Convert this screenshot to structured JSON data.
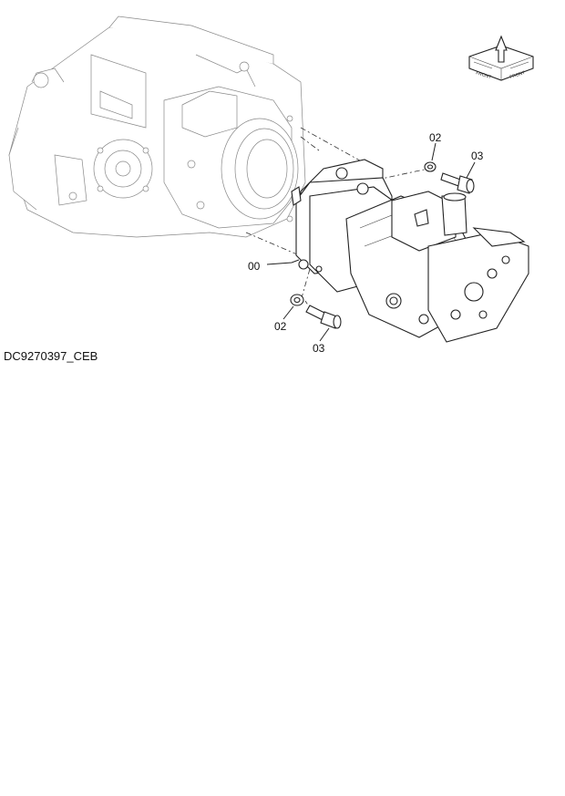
{
  "labels": {
    "l00": "00",
    "l02a": "02",
    "l03a": "03",
    "l02b": "02",
    "l03b": "03"
  },
  "drawing_code": "DC9270397_CEB",
  "orientation_badge": {
    "left_text": "FRONT",
    "right_text": "FRONT"
  }
}
